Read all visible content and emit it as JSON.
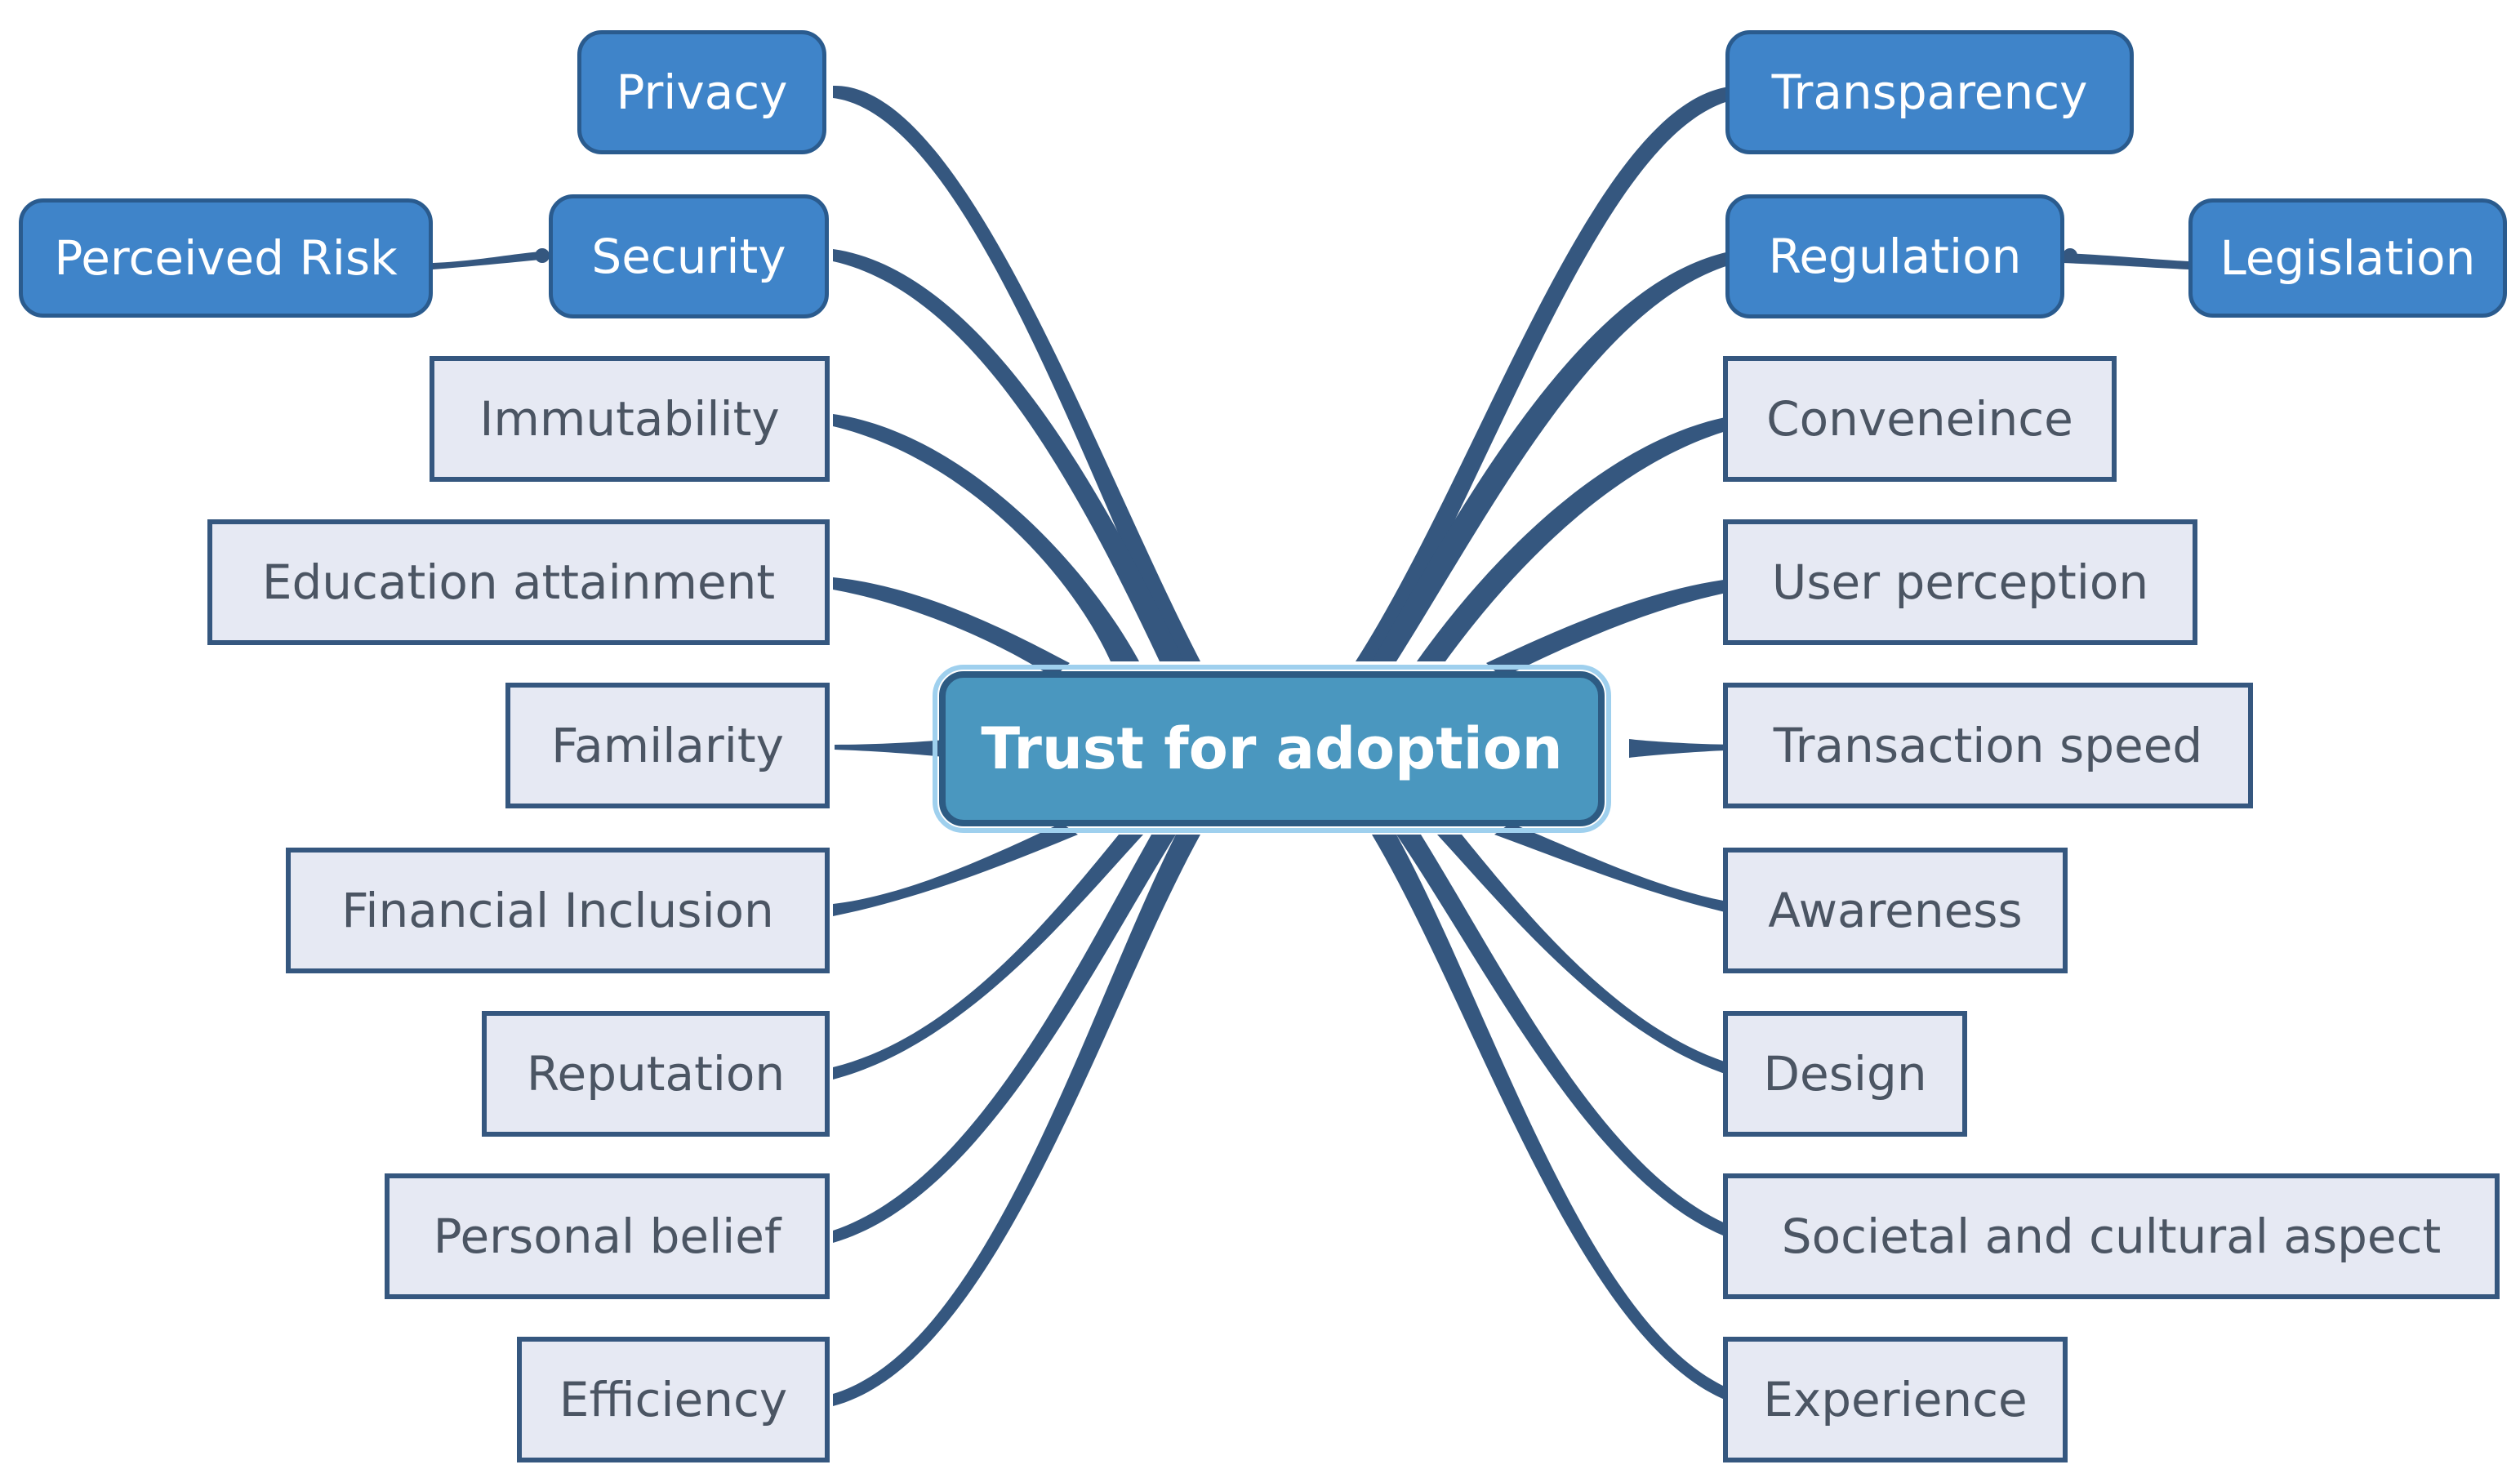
{
  "center": {
    "label": "Trust for adoption"
  },
  "left_nodes": [
    {
      "id": "privacy",
      "label": "Privacy",
      "style": "rounded"
    },
    {
      "id": "security",
      "label": "Security",
      "style": "rounded"
    },
    {
      "id": "immutability",
      "label": "Immutability",
      "style": "box"
    },
    {
      "id": "education-attainment",
      "label": "Education attainment",
      "style": "box"
    },
    {
      "id": "familarity",
      "label": "Familarity",
      "style": "box"
    },
    {
      "id": "financial-inclusion",
      "label": "Financial Inclusion",
      "style": "box"
    },
    {
      "id": "reputation",
      "label": "Reputation",
      "style": "box"
    },
    {
      "id": "personal-belief",
      "label": "Personal belief",
      "style": "box"
    },
    {
      "id": "efficiency",
      "label": "Efficiency",
      "style": "box"
    }
  ],
  "right_nodes": [
    {
      "id": "transparency",
      "label": "Transparency",
      "style": "rounded"
    },
    {
      "id": "regulation",
      "label": "Regulation",
      "style": "rounded"
    },
    {
      "id": "conveneince",
      "label": "Conveneince",
      "style": "box"
    },
    {
      "id": "user-perception",
      "label": "User perception",
      "style": "box"
    },
    {
      "id": "transaction-speed",
      "label": "Transaction speed",
      "style": "box"
    },
    {
      "id": "awareness",
      "label": "Awareness",
      "style": "box"
    },
    {
      "id": "design",
      "label": "Design",
      "style": "box"
    },
    {
      "id": "societal-and-cultural-aspect",
      "label": "Societal and cultural aspect",
      "style": "box"
    },
    {
      "id": "experience",
      "label": "Experience",
      "style": "box"
    }
  ],
  "sub_nodes": [
    {
      "id": "perceived-risk",
      "label": "Perceived Risk",
      "parent": "security"
    },
    {
      "id": "legislation",
      "label": "Legislation",
      "parent": "regulation"
    }
  ],
  "colors": {
    "branch": "#35577f",
    "rounded_fill": "#3f84c9",
    "box_fill": "#e6e9f3",
    "center_fill": "#4a97bf",
    "center_glow": "#9fd0ee"
  }
}
